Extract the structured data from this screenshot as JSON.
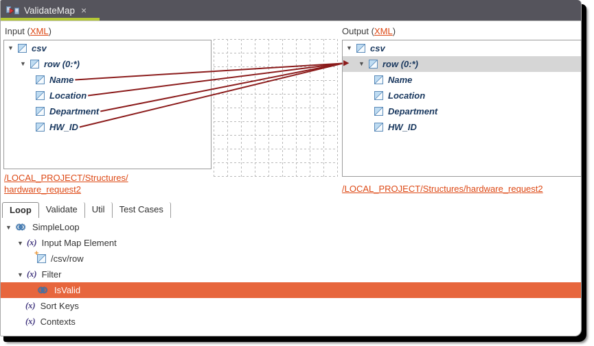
{
  "window": {
    "tab": {
      "title": "ValidateMap",
      "close": "×"
    }
  },
  "input": {
    "label": {
      "prefix": "Input (",
      "xml": "XML",
      "suffix": ")"
    },
    "tree": [
      {
        "label": "csv",
        "level": 0,
        "expanded": true
      },
      {
        "label": "row (0:*)",
        "level": 1,
        "expanded": true
      },
      {
        "label": "Name",
        "level": 2
      },
      {
        "label": "Location",
        "level": 2
      },
      {
        "label": "Department",
        "level": 2
      },
      {
        "label": "HW_ID",
        "level": 2
      }
    ],
    "resource_line1": "/LOCAL_PROJECT/Structures/",
    "resource_line2": "hardware_request2"
  },
  "output": {
    "label": {
      "prefix": "Output (",
      "xml": "XML",
      "suffix": ")"
    },
    "tree": [
      {
        "label": "csv",
        "level": 0,
        "expanded": true
      },
      {
        "label": "row (0:*)",
        "level": 1,
        "expanded": true,
        "selected": true
      },
      {
        "label": "Name",
        "level": 2
      },
      {
        "label": "Location",
        "level": 2
      },
      {
        "label": "Department",
        "level": 2
      },
      {
        "label": "HW_ID",
        "level": 2
      }
    ],
    "resource": "/LOCAL_PROJECT/Structures/hardware_request2"
  },
  "mappings": {
    "target": "row (0:*)",
    "sources": [
      "Name",
      "Location",
      "Department",
      "HW_ID"
    ]
  },
  "bottom": {
    "tabs": [
      {
        "label": "Loop",
        "active": true
      },
      {
        "label": "Validate"
      },
      {
        "label": "Util"
      },
      {
        "label": "Test Cases"
      }
    ],
    "tree": [
      {
        "label": "SimpleLoop",
        "icon": "gears-icon"
      },
      {
        "label": "Input Map Element",
        "icon": "fx-icon"
      },
      {
        "label": "/csv/row",
        "icon": "new-element-icon"
      },
      {
        "label": "Filter",
        "icon": "fx-icon"
      },
      {
        "label": "IsValid",
        "icon": "gears-icon",
        "selected": true
      },
      {
        "label": "Sort Keys",
        "icon": "fx-icon"
      },
      {
        "label": "Contexts",
        "icon": "fx-icon"
      }
    ]
  },
  "colors": {
    "header_bg": "#55545c",
    "active_tab_underline": "#b4c836",
    "link_orange": "#dd4814",
    "selection_orange": "#e7663d",
    "tree_text": "#17365d",
    "map_line": "#8b1b1b",
    "row_highlight": "#d6d6d6"
  }
}
